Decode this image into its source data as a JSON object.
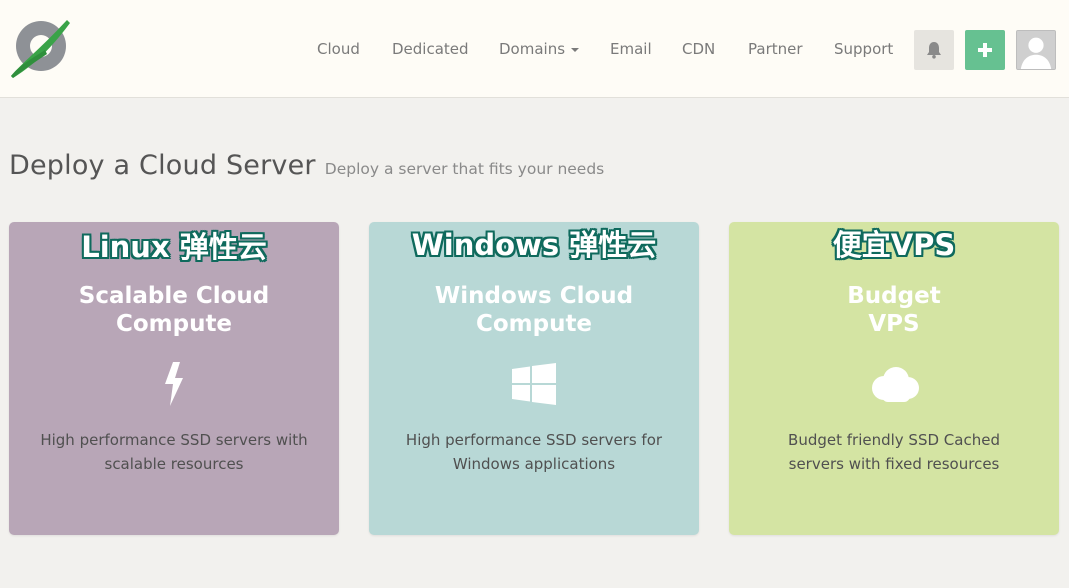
{
  "nav": {
    "links": [
      {
        "label": "Cloud"
      },
      {
        "label": "Dedicated"
      },
      {
        "label": "Domains"
      },
      {
        "label": "Email"
      },
      {
        "label": "CDN"
      },
      {
        "label": "Partner"
      },
      {
        "label": "Support"
      }
    ],
    "icons": {
      "logo": "logo-icon",
      "bell": "bell-icon",
      "plus": "plus-icon",
      "avatar": "user-avatar-icon"
    }
  },
  "page": {
    "title": "Deploy a Cloud Server",
    "subtitle": "Deploy a server that fits your needs"
  },
  "cards": [
    {
      "overlay": "Linux 弹性云",
      "title_line1": "Scalable Cloud",
      "title_line2": "Compute",
      "icon": "lightning-bolt-icon",
      "desc_line1": "High performance SSD servers with",
      "desc_line2": "scalable resources",
      "color": "#b8a6b7"
    },
    {
      "overlay": "Windows 弹性云",
      "title_line1": "Windows Cloud",
      "title_line2": "Compute",
      "icon": "windows-logo-icon",
      "desc_line1": "High performance SSD servers for",
      "desc_line2": "Windows applications",
      "color": "#b8d8d6"
    },
    {
      "overlay": "便宜VPS",
      "title_line1": "Budget",
      "title_line2": "VPS",
      "icon": "cloud-icon",
      "desc_line1": "Budget friendly SSD Cached",
      "desc_line2": "servers with fixed resources",
      "color": "#d4e4a3"
    }
  ],
  "colors": {
    "accent_green": "#66c191",
    "overlay_outline": "#0f6a5d",
    "background": "#f2f1ee"
  }
}
